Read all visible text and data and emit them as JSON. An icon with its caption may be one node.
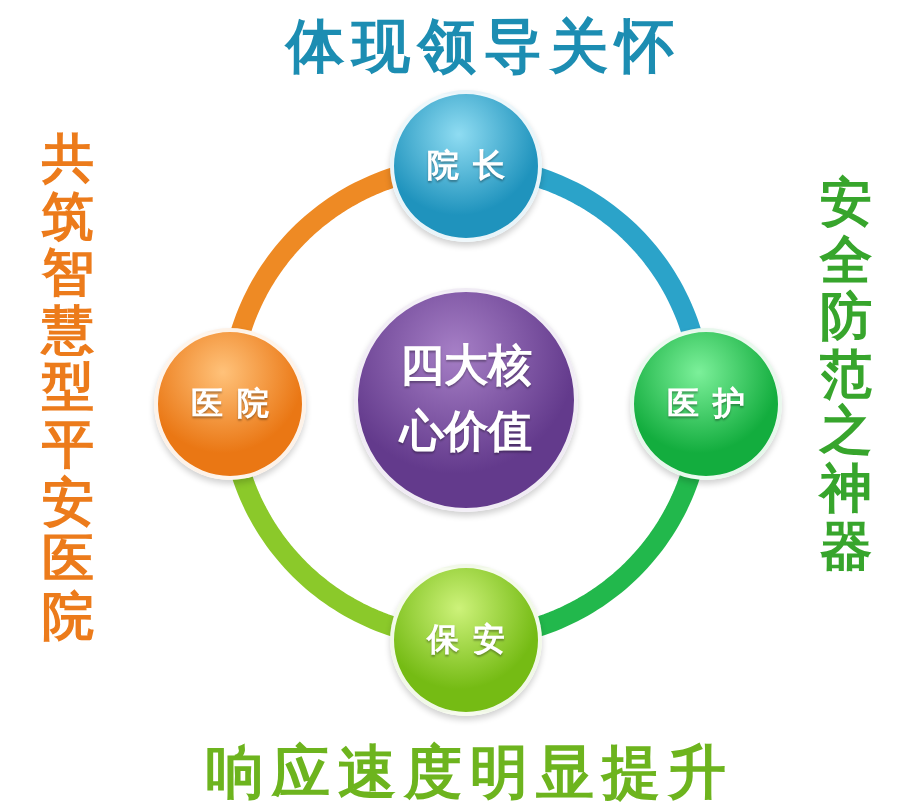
{
  "diagram": {
    "nodes": [
      {
        "text": [
          "院长"
        ],
        "beside": [
          "体现领导关怀"
        ]
      },
      {
        "text": [
          "医院"
        ],
        "beside": [
          "共筑智慧型平安医院"
        ]
      },
      {
        "text": [
          "四大核心价值"
        ]
      },
      {
        "text": [
          "医护"
        ],
        "beside": [
          "安全防范之神器"
        ]
      },
      {
        "text": [
          "保安"
        ],
        "beside": [
          "响应速度明显提升"
        ]
      }
    ],
    "edges": [
      {
        "from": 0,
        "to": 3,
        "arrow": "none",
        "color": "#2ba3c9"
      },
      {
        "from": 3,
        "to": 4,
        "arrow": "none",
        "color": "#22b84c"
      },
      {
        "from": 4,
        "to": 1,
        "arrow": "none",
        "color": "#8bc92a"
      },
      {
        "from": 1,
        "to": 0,
        "arrow": "none",
        "color": "#ee8a24"
      }
    ]
  }
}
